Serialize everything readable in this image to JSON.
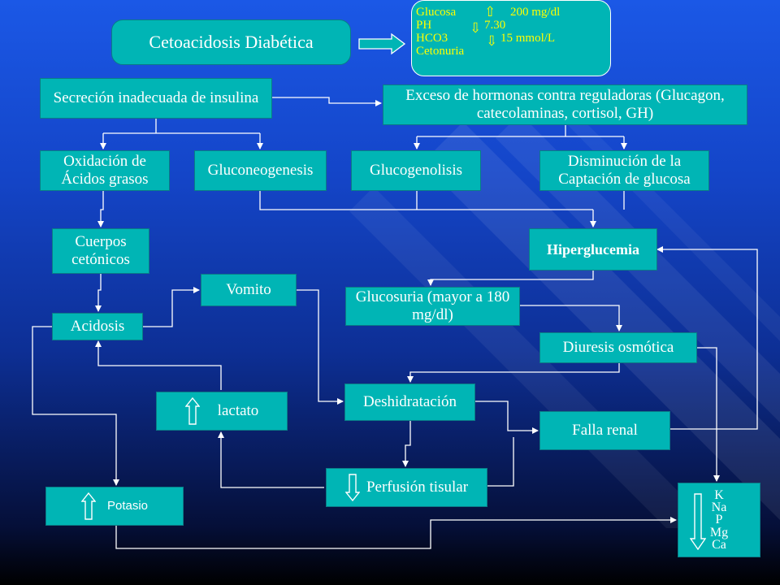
{
  "title": "Cetoacidosis Diabética",
  "summary": {
    "rows": [
      {
        "name": "Glucosa",
        "arrow": "up",
        "value": "200 mg/dl"
      },
      {
        "name": "PH",
        "arrow": "down",
        "value": "7.30"
      },
      {
        "name": "HCO3",
        "arrow": "down",
        "value": "15 mmol/L"
      },
      {
        "name": "Cetonuria",
        "arrow": "",
        "value": ""
      }
    ]
  },
  "nodes": {
    "secrecion": "Secreción inadecuada de insulina",
    "exceso": "Exceso de hormonas contra reguladoras (Glucagon, catecolaminas, cortisol, GH)",
    "oxidacion": "Oxidación de Ácidos grasos",
    "gluconeogenesis": "Gluconeogenesis",
    "glucogenolisis": "Glucogenolisis",
    "disminucion": "Disminución de la Captación de glucosa",
    "cuerpos": "Cuerpos cetónicos",
    "hiperglucemia": "Hiperglucemia",
    "vomito": "Vomito",
    "glucosuria": "Glucosuria (mayor a 180 mg/dl)",
    "acidosis": "Acidosis",
    "diuresis": "Diuresis osmótica",
    "lactato": "lactato",
    "deshidratacion": "Deshidratación",
    "falla": "Falla renal",
    "perfusion": "Perfusión tisular",
    "potasio": "Potasio",
    "electrolitos": [
      "K",
      "Na",
      "P",
      "Mg",
      "Ca"
    ]
  },
  "colors": {
    "box": "#00b5b5",
    "summary_text": "#ffff00",
    "line": "#ffffff"
  },
  "icons": {
    "up": "up-arrow-icon",
    "down": "down-arrow-icon",
    "block_arrow": "block-arrow-icon"
  }
}
